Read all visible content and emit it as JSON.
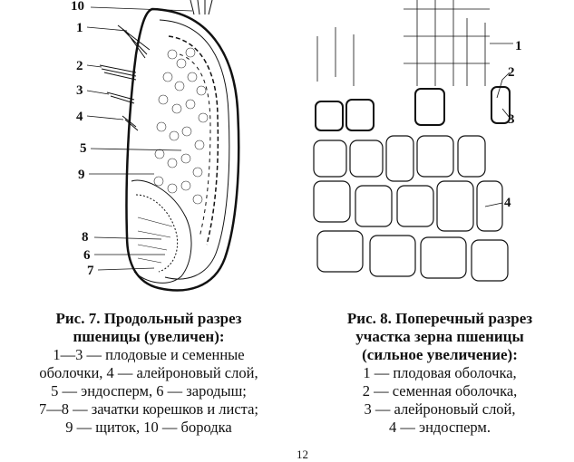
{
  "figure7": {
    "labels": [
      "10",
      "1",
      "2",
      "3",
      "4",
      "5",
      "9",
      "8",
      "6",
      "7"
    ],
    "caption_title_1": "Рис. 7. Продольный разрез",
    "caption_title_2": "пшеницы (увеличен):",
    "caption_lines": [
      "1—3 — плодовые и семенные",
      "оболочки, 4 — алейроновый слой,",
      "5 — эндосперм, 6 — зародыш;",
      "7—8 — зачатки корешков и листа;",
      "9 — щиток, 10 — бородка"
    ]
  },
  "figure8": {
    "labels": [
      "1",
      "2",
      "3",
      "4"
    ],
    "caption_title_1": "Рис. 8. Поперечный разрез",
    "caption_title_2": "участка зерна пшеницы",
    "caption_title_3": "(сильное увеличение):",
    "caption_lines": [
      "1 — плодовая оболочка,",
      "2 — семенная оболочка,",
      "3 — алейроновый слой,",
      "4 — эндосперм."
    ]
  },
  "page_number": "12"
}
